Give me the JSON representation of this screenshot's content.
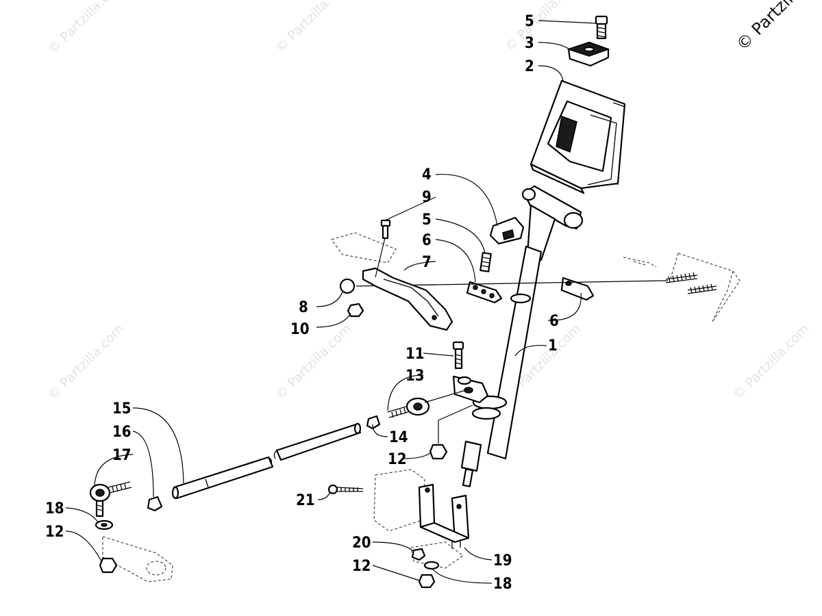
{
  "copyright": "© Partzilla.com",
  "watermark_text": "© Partzilla.com",
  "colors": {
    "ink": "#000000",
    "watermark": "#e2e2e2",
    "background": "#ffffff"
  },
  "callouts": [
    {
      "id": "c5a",
      "label": "5"
    },
    {
      "id": "c3",
      "label": "3"
    },
    {
      "id": "c2",
      "label": "2"
    },
    {
      "id": "c4",
      "label": "4"
    },
    {
      "id": "c9",
      "label": "9"
    },
    {
      "id": "c5b",
      "label": "5"
    },
    {
      "id": "c6a",
      "label": "6"
    },
    {
      "id": "c7",
      "label": "7"
    },
    {
      "id": "c8",
      "label": "8"
    },
    {
      "id": "c10",
      "label": "10"
    },
    {
      "id": "c6b",
      "label": "6"
    },
    {
      "id": "c1",
      "label": "1"
    },
    {
      "id": "c11",
      "label": "11"
    },
    {
      "id": "c13",
      "label": "13"
    },
    {
      "id": "c15",
      "label": "15"
    },
    {
      "id": "c16",
      "label": "16"
    },
    {
      "id": "c17",
      "label": "17"
    },
    {
      "id": "c14",
      "label": "14"
    },
    {
      "id": "c12a",
      "label": "12"
    },
    {
      "id": "c18a",
      "label": "18"
    },
    {
      "id": "c12b",
      "label": "12"
    },
    {
      "id": "c21",
      "label": "21"
    },
    {
      "id": "c20",
      "label": "20"
    },
    {
      "id": "c19",
      "label": "19"
    },
    {
      "id": "c12c",
      "label": "12"
    },
    {
      "id": "c18b",
      "label": "18"
    }
  ]
}
